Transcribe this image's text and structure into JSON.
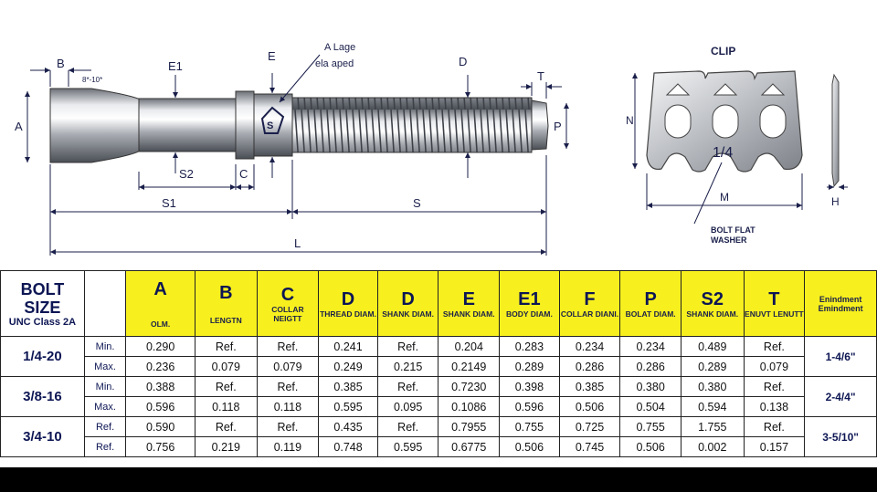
{
  "drawing": {
    "bolt_labels": {
      "B": "B",
      "E1": "E1",
      "E": "E",
      "D": "D",
      "T": "T",
      "A": "A",
      "P": "P",
      "S2": "S2",
      "C": "C",
      "S1": "S1",
      "S": "S",
      "L": "L",
      "small_note": "8*-10*",
      "callout_line1": "A Lage",
      "callout_line2": "ela aped"
    },
    "clip_labels": {
      "title": "CLIP",
      "N": "N",
      "size": "1/4",
      "M": "M",
      "H": "H",
      "caption_line1": "BOLT FLAT",
      "caption_line2": "WASHER"
    }
  },
  "table": {
    "corner_title": "BOLT",
    "corner_title2": "SIZE",
    "corner_sub": "UNC Class 2A",
    "columns": [
      {
        "letter": "A",
        "sub": "OLM."
      },
      {
        "letter": "B",
        "sub": "LENGTN"
      },
      {
        "letter": "C",
        "sub": "COLLAR NEIGTT"
      },
      {
        "letter": "D",
        "sub": "THREAD DIAM."
      },
      {
        "letter": "D",
        "sub": "SHANK DIAM."
      },
      {
        "letter": "E",
        "sub": "SHANK DIAM."
      },
      {
        "letter": "E1",
        "sub": "BODY DIAM."
      },
      {
        "letter": "F",
        "sub": "COLLAR DIANI."
      },
      {
        "letter": "P",
        "sub": "BOLAT DIAM."
      },
      {
        "letter": "S2",
        "sub": "SHANK DIAM."
      },
      {
        "letter": "T",
        "sub": "ENUVT LENUTT"
      }
    ],
    "last_col_line1": "Enindment",
    "last_col_line2": "Emindment",
    "rows": [
      {
        "size": "1/4-20",
        "thread": "1-4/6\"",
        "sub": [
          {
            "label": "Min.",
            "values": [
              "0.290",
              "Ref.",
              "Ref.",
              "0.241",
              "Ref.",
              "0.204",
              "0.283",
              "0.234",
              "0.234",
              "0.489",
              "Ref."
            ]
          },
          {
            "label": "Max.",
            "values": [
              "0.236",
              "0.079",
              "0.079",
              "0.249",
              "0.215",
              "0.2149",
              "0.289",
              "0.286",
              "0.286",
              "0.289",
              "0.079"
            ]
          }
        ]
      },
      {
        "size": "3/8-16",
        "thread": "2-4/4\"",
        "sub": [
          {
            "label": "Min.",
            "values": [
              "0.388",
              "Ref.",
              "Ref.",
              "0.385",
              "Ref.",
              "0.7230",
              "0.398",
              "0.385",
              "0.380",
              "0.380",
              "Ref."
            ]
          },
          {
            "label": "Max.",
            "values": [
              "0.596",
              "0.118",
              "0.118",
              "0.595",
              "0.095",
              "0.1086",
              "0.596",
              "0.506",
              "0.504",
              "0.594",
              "0.138"
            ]
          }
        ]
      },
      {
        "size": "3/4-10",
        "thread": "3-5/10\"",
        "sub": [
          {
            "label": "Ref.",
            "values": [
              "0.590",
              "Ref.",
              "Ref.",
              "0.435",
              "Ref.",
              "0.7955",
              "0.755",
              "0.725",
              "0.755",
              "1.755",
              "Ref."
            ]
          },
          {
            "label": "Ref.",
            "values": [
              "0.756",
              "0.219",
              "0.119",
              "0.748",
              "0.595",
              "0.6775",
              "0.506",
              "0.745",
              "0.506",
              "0.002",
              "0.157"
            ]
          }
        ]
      }
    ]
  }
}
